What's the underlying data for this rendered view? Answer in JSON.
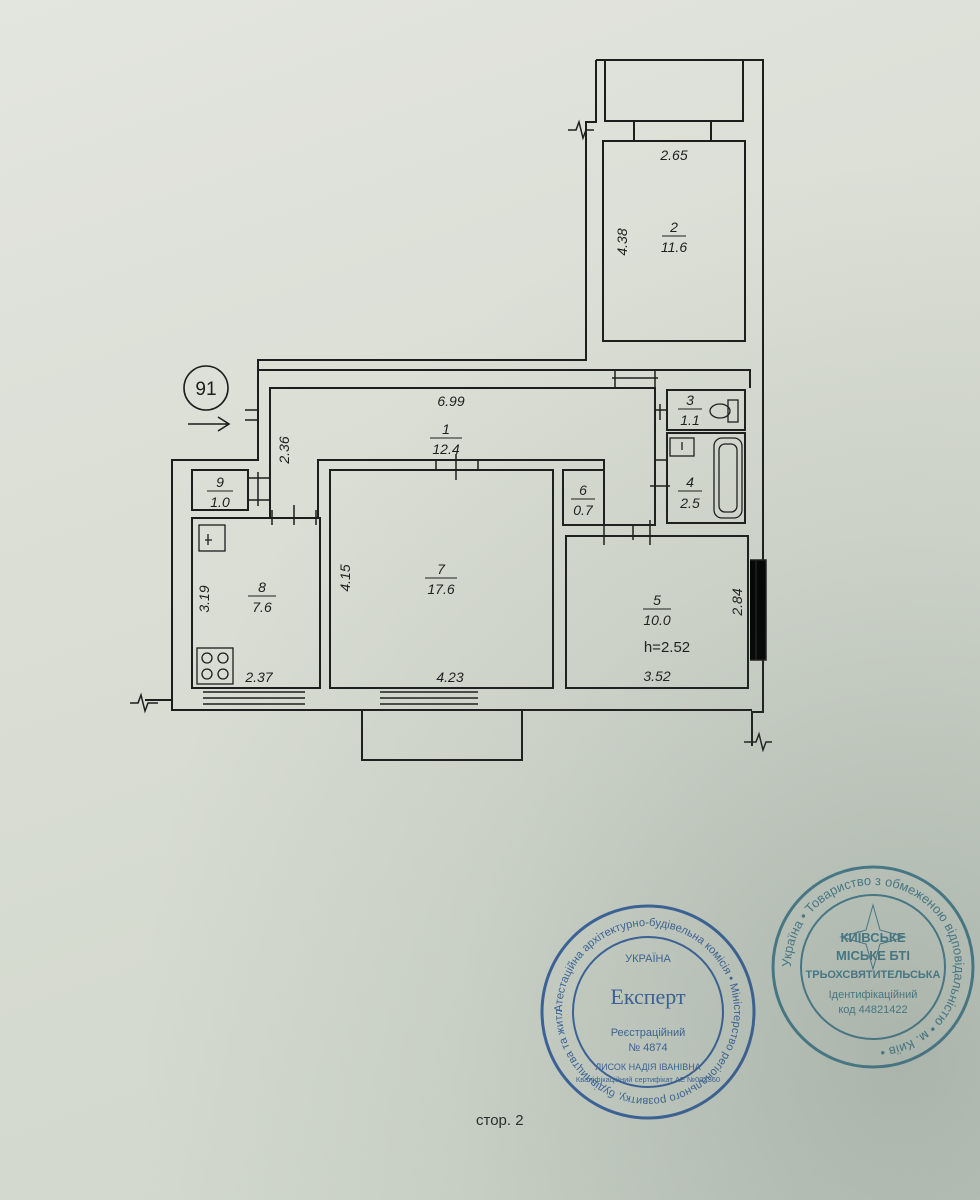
{
  "apartment_number": "91",
  "rooms": [
    {
      "id": "room-1",
      "number": "1",
      "area": "12.4"
    },
    {
      "id": "room-2",
      "number": "2",
      "area": "11.6"
    },
    {
      "id": "room-3",
      "number": "3",
      "area": "1.1"
    },
    {
      "id": "room-4",
      "number": "4",
      "area": "2.5"
    },
    {
      "id": "room-5",
      "number": "5",
      "area": "10.0"
    },
    {
      "id": "room-6",
      "number": "6",
      "area": "0.7"
    },
    {
      "id": "room-7",
      "number": "7",
      "area": "17.6"
    },
    {
      "id": "room-8",
      "number": "8",
      "area": "7.6"
    },
    {
      "id": "room-9",
      "number": "9",
      "area": "1.0"
    }
  ],
  "dimensions": {
    "room2_width": "2.65",
    "room2_length": "4.38",
    "corridor_length": "6.99",
    "corridor_width": "2.36",
    "room7_length": "4.15",
    "room7_width": "4.23",
    "room8_length": "3.19",
    "room8_width": "2.37",
    "room5_length": "2.84",
    "room5_width": "3.52"
  },
  "ceiling_height": "h=2.52",
  "stamp_expert": {
    "ring_text": "Атестаційна архітектурно-будівельна комісія • Міністерство регіонального розвитку, будівництва та житлово-комунального господарства України •",
    "top": "УКРАЇНА",
    "center": "Експерт",
    "reg_label": "Реєстраційний",
    "reg_number": "№ 4874",
    "name": "ЛИСОК НАДІЯ ІВАНІВНА",
    "cert": "Кваліфікаційний сертифікат АЕ №003360"
  },
  "stamp_bti": {
    "ring_text": "Україна • Товариство з обмеженою відповідальністю • м. Київ •",
    "line1": "КИЇВСЬКЕ",
    "line2": "МІСЬКЕ БТІ",
    "line3": "ТРЬОХСВЯТИТЕЛЬСЬКА",
    "line4": "Ідентифікаційний",
    "line5": "код 44821422"
  },
  "page_label": "стор. 2",
  "colors": {
    "ink": "#1d1d1d",
    "stamp_blue": "#1f4f96",
    "stamp_teal": "#2f6f86"
  }
}
